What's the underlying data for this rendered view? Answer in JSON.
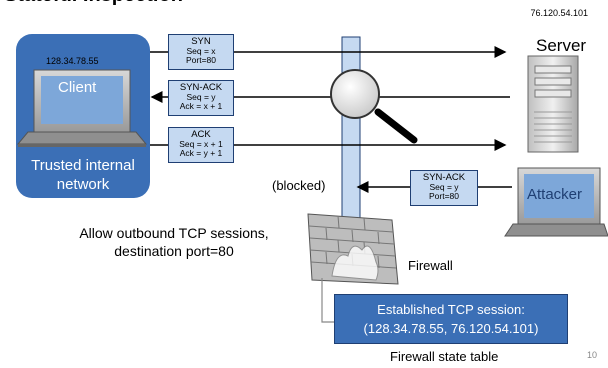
{
  "title_fragment": "Stateful Inspection Firewall (Example)",
  "server": {
    "ip": "76.120.54.101",
    "label": "Server"
  },
  "client": {
    "ip": "128.34.78.55",
    "screen_label": "Client",
    "zone_label_line1": "Trusted internal",
    "zone_label_line2": "network"
  },
  "attacker": {
    "screen_label": "Attacker"
  },
  "packets": [
    {
      "type": "SYN",
      "line1": "Seq = x",
      "line2": "Port=80"
    },
    {
      "type": "SYN-ACK",
      "line1": "Seq = y",
      "line2": "Ack = x + 1"
    },
    {
      "type": "ACK",
      "line1": "Seq = x + 1",
      "line2": "Ack = y + 1"
    },
    {
      "type": "SYN-ACK",
      "line1": "Seq = y",
      "line2": "Port=80"
    }
  ],
  "blocked_label": "(blocked)",
  "rule": {
    "line1": "Allow outbound TCP sessions,",
    "line2": "destination port=80"
  },
  "firewall_label": "Firewall",
  "state_table": {
    "line1": "Established TCP session:",
    "line2": "(128.34.78.55, 76.120.54.101)",
    "caption": "Firewall state table"
  },
  "page_number": "10",
  "colors": {
    "zone_blue": "#3b6fb6",
    "packet_fill": "#c5d9f1",
    "firewall_bar": "#c5d9f1"
  }
}
